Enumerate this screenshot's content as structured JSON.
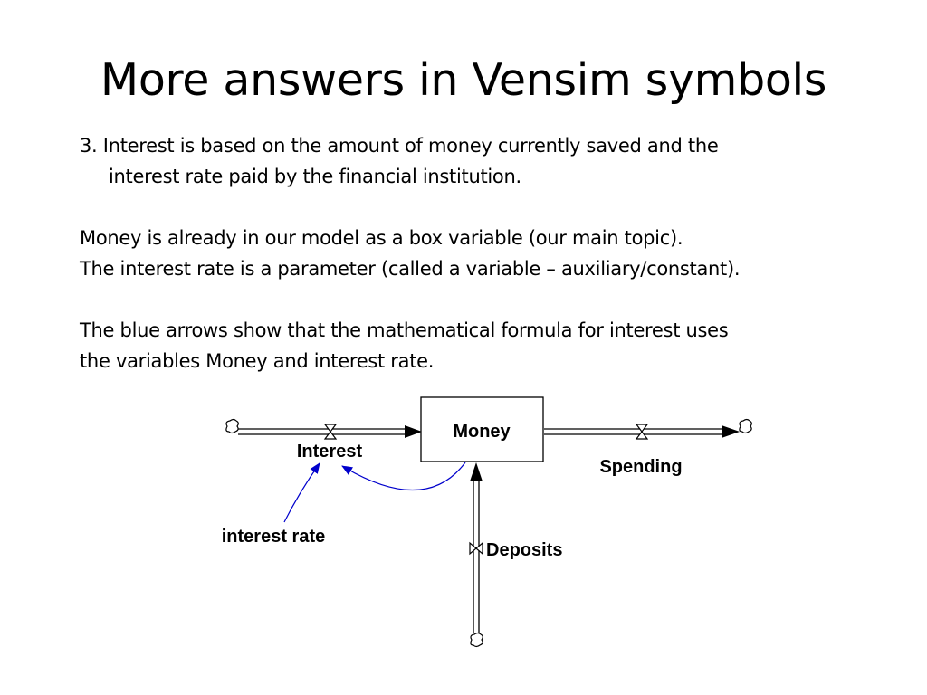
{
  "slide": {
    "title": "More answers in Vensim symbols",
    "paragraphs": {
      "p1_line1": "3. Interest is based on the amount of money currently saved and the",
      "p1_line2": "interest rate paid by the financial institution.",
      "p2_line1": "Money is already in our model as a box variable (our main topic).",
      "p2_line2": "The interest rate is a parameter (called a variable – auxiliary/constant).",
      "p3_line1": "The blue arrows show that the mathematical formula for interest uses",
      "p3_line2": "the variables Money and interest rate."
    }
  },
  "diagram": {
    "stock_label": "Money",
    "flow_in_label": "Interest",
    "flow_out_label": "Spending",
    "flow_deposit_label": "Deposits",
    "auxiliary_label": "interest rate",
    "colors": {
      "link_arrow": "#0000cc",
      "flow": "#000000",
      "stock_border": "#000000"
    }
  }
}
